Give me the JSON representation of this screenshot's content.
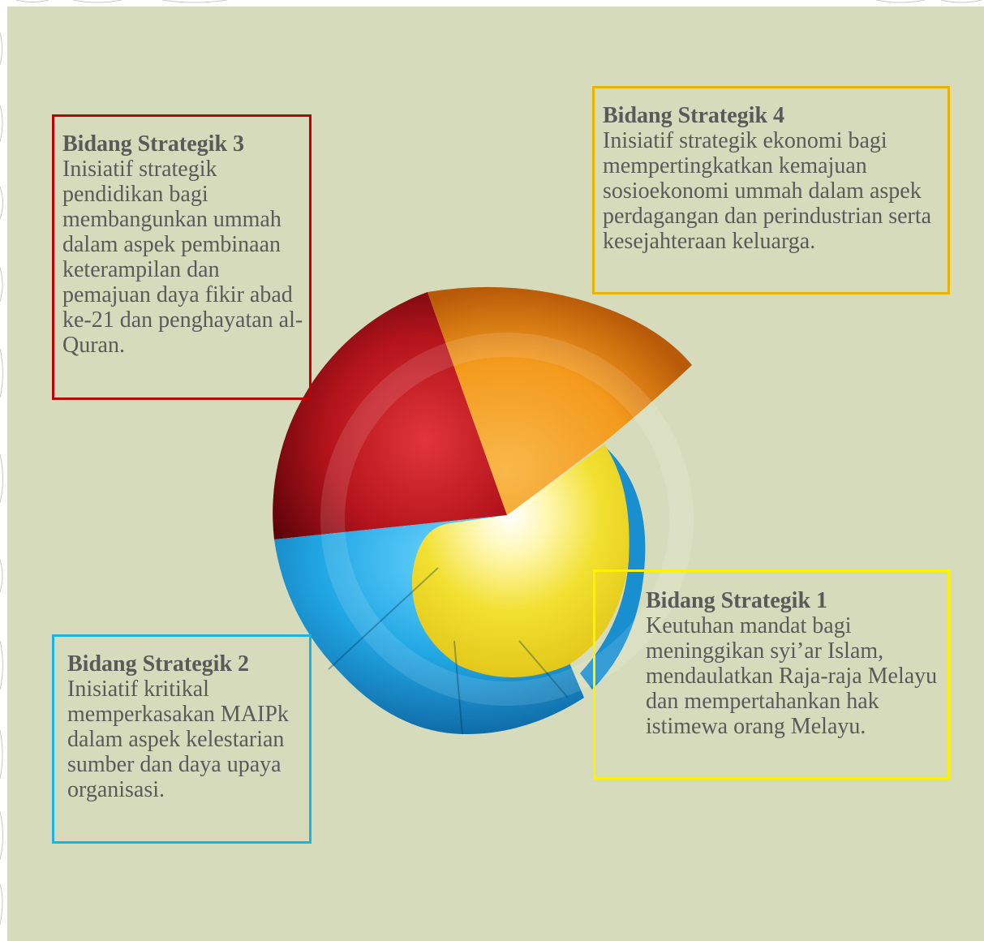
{
  "colors": {
    "background": "#d6dcbb",
    "red": "#c00000",
    "orange": "#f5a623",
    "yellow": "#f2e030",
    "blue": "#1bb2e6",
    "text": "#5a5a5a"
  },
  "segments": [
    {
      "title": "Bidang Strategik 1",
      "body": "Keutuhan mandat bagi meninggikan syi’ar Islam, mendaulatkan Raja-raja Melayu dan mempertahankan hak istimewa orang Melayu.",
      "color": "#fff200"
    },
    {
      "title": "Bidang Strategik 2",
      "body": "Inisiatif kritikal memperkasakan MAIPk dalam aspek kelestarian sumber dan daya upaya organisasi.",
      "color": "#1bb2e6"
    },
    {
      "title": "Bidang Strategik 3",
      "body": "Inisiatif strategik pendidikan bagi membangunkan ummah dalam aspek pembinaan keterampilan dan pemajuan daya fikir abad ke-21 dan penghayatan al-Quran.",
      "color": "#c00000"
    },
    {
      "title": "Bidang Strategik 4",
      "body": "Inisiatif strategik ekonomi bagi mempertingkatkan kemajuan sosioekonomi ummah dalam aspek perdagangan dan perindustrian serta kesejahteraan keluarga.",
      "color": "#e8b400"
    }
  ]
}
